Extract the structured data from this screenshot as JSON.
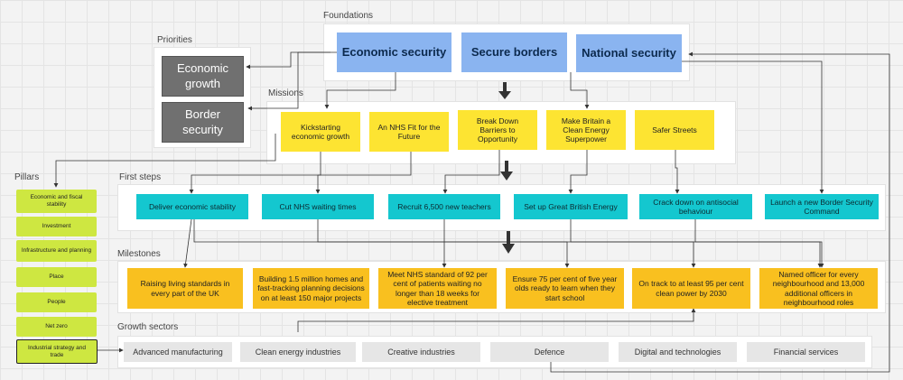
{
  "labels": {
    "foundations": "Foundations",
    "priorities": "Priorities",
    "missions": "Missions",
    "pillars": "Pillars",
    "first_steps": "First steps",
    "milestones": "Milestones",
    "growth_sectors": "Growth sectors"
  },
  "foundations": [
    "Economic security",
    "Secure borders",
    "National security"
  ],
  "priorities": [
    "Economic growth",
    "Border security"
  ],
  "missions": [
    "Kickstarting economic growth",
    "An NHS Fit for the Future",
    "Break Down Barriers to Opportunity",
    "Make Britain a Clean Energy Superpower",
    "Safer Streets"
  ],
  "pillars": [
    "Economic and fiscal stability",
    "Investment",
    "Infrastructure and planning",
    "Place",
    "People",
    "Net zero",
    "Industrial strategy and trade"
  ],
  "first_steps": [
    "Deliver economic stability",
    "Cut NHS waiting times",
    "Recruit 6,500 new teachers",
    "Set up Great British Energy",
    "Crack down on antisocial behaviour",
    "Launch a new Border Security Command"
  ],
  "milestones": [
    "Raising living standards in every part of the UK",
    "Building 1.5 million homes and fast-tracking planning decisions on at least 150 major projects",
    "Meet NHS standard of 92 per cent of patients waiting no longer than 18 weeks for elective treatment",
    "Ensure 75 per cent of five year olds ready to learn when they start school",
    "On track to at least 95 per cent clean power by 2030",
    "Named officer for every neighbourhood and 13,000 additional officers in neighbourhood roles"
  ],
  "growth_sectors": [
    "Advanced manufacturing",
    "Clean energy industries",
    "Creative industries",
    "Defence",
    "Digital and technologies",
    "Financial services"
  ],
  "colors": {
    "foundation": "#8ab4f0",
    "priority": "#707070",
    "mission": "#fde432",
    "first_step": "#14c7cf",
    "milestone": "#f9c01f",
    "pillar": "#cee741",
    "sector": "#e6e6e6"
  }
}
